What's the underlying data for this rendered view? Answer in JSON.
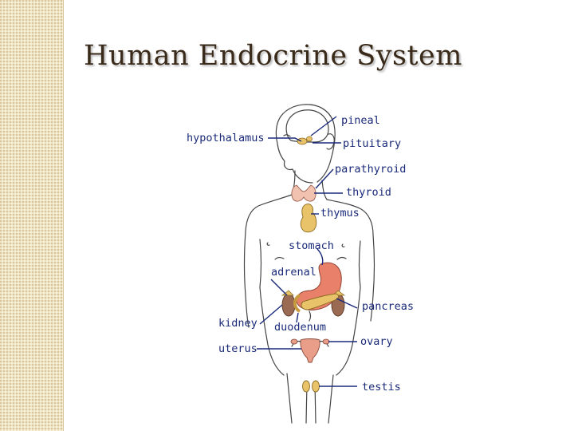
{
  "title": "Human Endocrine System",
  "labels": {
    "pineal": "pineal",
    "hypothalamus": "hypothalamus",
    "pituitary": "pituitary",
    "parathyroid": "parathyroid",
    "thyroid": "thyroid",
    "thymus": "thymus",
    "stomach": "stomach",
    "adrenal": "adrenal",
    "pancreas": "pancreas",
    "kidney": "kidney",
    "duodenum": "duodenum",
    "uterus": "uterus",
    "ovary": "ovary",
    "testis": "testis"
  },
  "colors": {
    "background": "#ffffff",
    "side_band": "#efe3c2",
    "title": "#3a2a1a",
    "label": "#1a2a7a",
    "gland": "#e8c36a",
    "stomach": "#e8806a",
    "kidney": "#9a6a52",
    "uterus": "#e89e88"
  }
}
